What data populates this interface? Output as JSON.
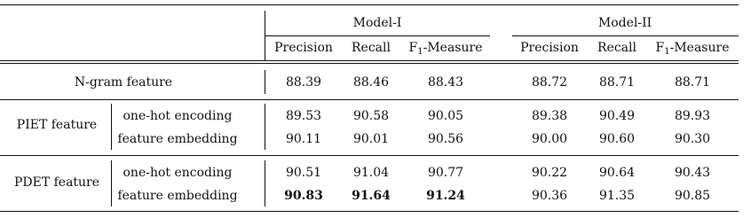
{
  "header": {
    "model1": "Model-I",
    "model2": "Model-II",
    "m1_precision": "Precision",
    "m1_recall": "Recall",
    "m1_f1_prefix": "F",
    "m1_f1_sub": "1",
    "m1_f1_suffix": "-Measure",
    "m2_precision": "Precision",
    "m2_recall": "Recall",
    "m2_f1_prefix": "F",
    "m2_f1_sub": "1",
    "m2_f1_suffix": "-Measure"
  },
  "groups": {
    "ngram": "N-gram feature",
    "piet": "PIET feature",
    "pdet": "PDET feature"
  },
  "rows": [
    {
      "sub": "",
      "values": [
        "88.39",
        "88.46",
        "88.43",
        "88.72",
        "88.71",
        "88.71"
      ]
    },
    {
      "sub": "one-hot encoding",
      "values": [
        "89.53",
        "90.58",
        "90.05",
        "89.38",
        "90.49",
        "89.93"
      ]
    },
    {
      "sub": "feature embedding",
      "values": [
        "90.11",
        "90.01",
        "90.56",
        "90.00",
        "90.60",
        "90.30"
      ]
    },
    {
      "sub": "one-hot encoding",
      "values": [
        "90.51",
        "91.04",
        "90.77",
        "90.22",
        "90.64",
        "90.43"
      ]
    },
    {
      "sub": "feature embedding",
      "values": [
        "90.83",
        "91.64",
        "91.24",
        "90.36",
        "91.35",
        "90.85"
      ]
    }
  ]
}
